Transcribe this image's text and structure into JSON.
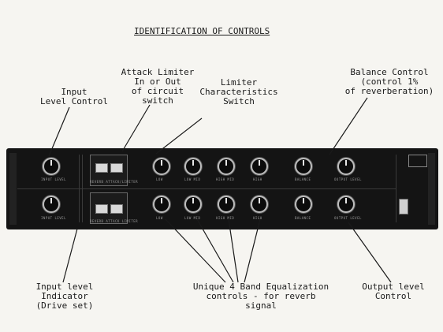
{
  "title": "IDENTIFICATION OF CONTROLS",
  "labels": {
    "input_level_control": "Input\nLevel Control",
    "attack_limiter_switch": "Attack Limiter\nIn or Out\nof circuit\nswitch",
    "limiter_characteristics_switch": "Limiter\nCharacteristics\nSwitch",
    "balance_control": "Balance Control\n(control 1%\nof reverberation)",
    "input_level_indicator": "Input level\nIndicator\n(Drive set)",
    "unique_eq_controls": "Unique 4 Band Equalization\ncontrols - for reverb\nsignal",
    "output_level_control": "Output level\nControl"
  },
  "panel": {
    "knob_labels_top": [
      "INPUT LEVEL",
      "LOW",
      "LOW MID",
      "HIGH MID",
      "HIGH",
      "BALANCE",
      "OUTPUT LEVEL"
    ],
    "knob_labels_bottom": [
      "INPUT LEVEL",
      "LOW",
      "LOW MID",
      "HIGH MID",
      "HIGH",
      "BALANCE",
      "OUTPUT LEVEL"
    ],
    "switch_label_top": "REVERB ATTACK/LIMITER",
    "switch_label_bottom": "REVERB ATTACK LIMITER"
  }
}
